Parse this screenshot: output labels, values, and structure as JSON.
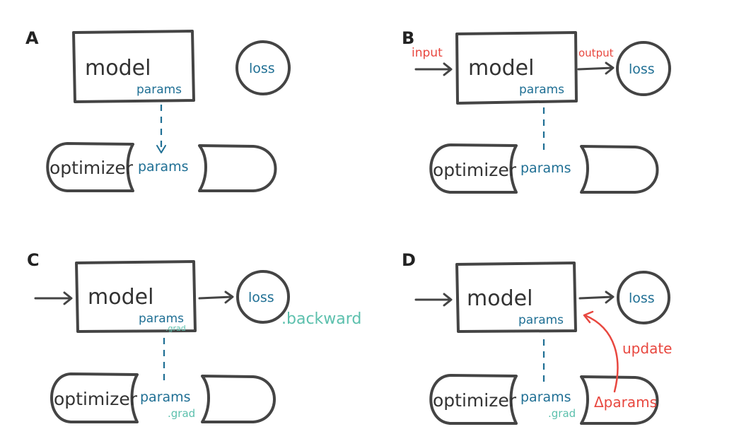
{
  "colors": {
    "outline": "#444444",
    "params": "#1f6f94",
    "grad": "#5cc0ad",
    "highlight": "#e8473f"
  },
  "panels": [
    {
      "label": "A",
      "model": "model",
      "model_params": "params",
      "loss": "loss",
      "optimizer": "optimizer",
      "optimizer_params": "params"
    },
    {
      "label": "B",
      "input": "input",
      "output": "output",
      "model": "model",
      "model_params": "params",
      "loss": "loss",
      "optimizer": "optimizer",
      "optimizer_params": "params"
    },
    {
      "label": "C",
      "model": "model",
      "model_params": "params",
      "model_params_grad": ".grad",
      "loss": "loss",
      "loss_backward": ".backward",
      "optimizer": "optimizer",
      "optimizer_params": "params",
      "optimizer_params_grad": ".grad"
    },
    {
      "label": "D",
      "model": "model",
      "model_params": "params",
      "loss": "loss",
      "optimizer": "optimizer",
      "optimizer_params": "params",
      "optimizer_params_grad": ".grad",
      "update": "update",
      "delta_params": "Δparams"
    }
  ]
}
